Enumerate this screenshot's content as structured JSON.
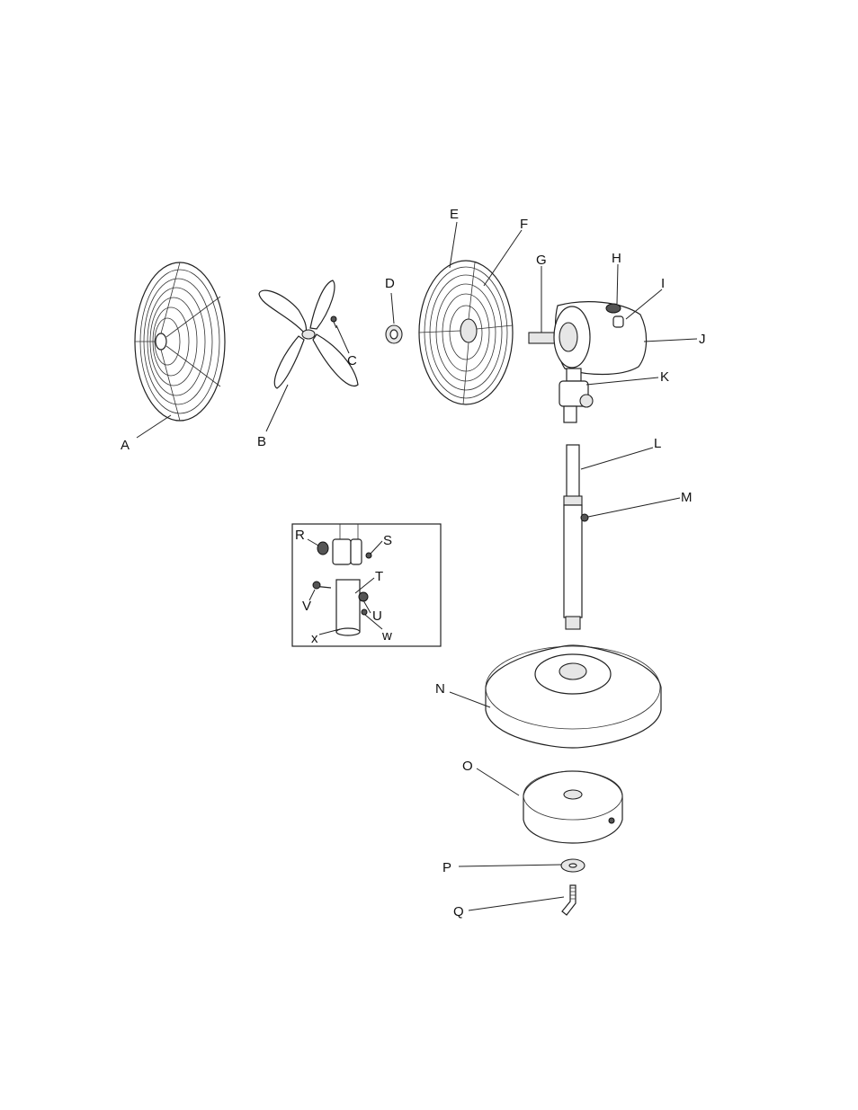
{
  "labels": {
    "A": "A",
    "B": "B",
    "C": "C",
    "D": "D",
    "E": "E",
    "F": "F",
    "G": "G",
    "H": "H",
    "I": "I",
    "J": "J",
    "K": "K",
    "L": "L",
    "M": "M",
    "N": "N",
    "O": "O",
    "P": "P",
    "Q": "Q",
    "R": "R",
    "S": "S",
    "T": "T",
    "U": "U",
    "V": "V",
    "W": "w",
    "X": "x"
  }
}
